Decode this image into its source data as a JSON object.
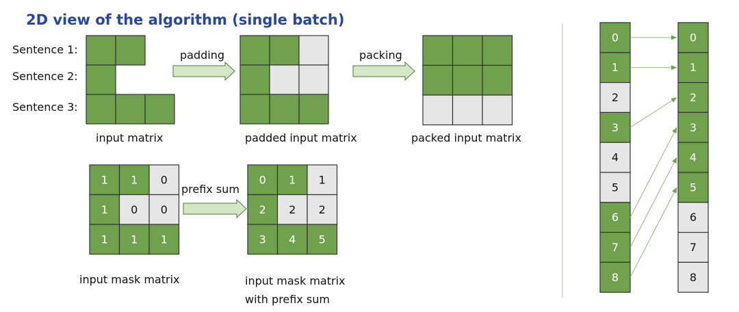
{
  "title": "2D view of the algorithm (single batch)",
  "colors": {
    "title": "#2747a0",
    "green": "#70a24e",
    "gray": "#e6e6e6",
    "arrow_fill": "#d4e6c6",
    "arrow_stroke": "#4f7a36",
    "link": "#93b97c",
    "divider": "#c8d8bd"
  },
  "sentences": [
    "Sentence 1:",
    "Sentence 2:",
    "Sentence 3:"
  ],
  "input_matrix": {
    "caption": "input matrix",
    "cells": [
      [
        "green",
        "green",
        null
      ],
      [
        "green",
        null,
        null
      ],
      [
        "green",
        "green",
        "green"
      ]
    ]
  },
  "padding_label": "padding",
  "padded_matrix": {
    "caption": "padded input matrix",
    "cells": [
      [
        "green",
        "green",
        "gray"
      ],
      [
        "green",
        "gray",
        "gray"
      ],
      [
        "green",
        "green",
        "green"
      ]
    ]
  },
  "packing_label": "packing",
  "packed_matrix": {
    "caption": "packed input matrix",
    "cells": [
      [
        "green",
        "green",
        "green"
      ],
      [
        "green",
        "green",
        "green"
      ],
      [
        "gray",
        "gray",
        "gray"
      ]
    ]
  },
  "mask_matrix": {
    "caption": "input mask matrix",
    "values": [
      [
        "1",
        "1",
        "0"
      ],
      [
        "1",
        "0",
        "0"
      ],
      [
        "1",
        "1",
        "1"
      ]
    ],
    "cells": [
      [
        "green",
        "green",
        "gray"
      ],
      [
        "green",
        "gray",
        "gray"
      ],
      [
        "green",
        "green",
        "green"
      ]
    ]
  },
  "prefix_sum_label": "prefix sum",
  "prefix_matrix": {
    "caption_lines": [
      "input mask matrix",
      "with prefix sum"
    ],
    "values": [
      [
        "0",
        "1",
        "1"
      ],
      [
        "2",
        "2",
        "2"
      ],
      [
        "3",
        "4",
        "5"
      ]
    ],
    "cells": [
      [
        "green",
        "green",
        "gray"
      ],
      [
        "green",
        "gray",
        "gray"
      ],
      [
        "green",
        "green",
        "green"
      ]
    ]
  },
  "left_column": {
    "values": [
      "0",
      "1",
      "2",
      "3",
      "4",
      "5",
      "6",
      "7",
      "8"
    ],
    "cells": [
      "green",
      "green",
      "gray",
      "green",
      "gray",
      "gray",
      "green",
      "green",
      "green"
    ]
  },
  "right_column": {
    "values": [
      "0",
      "1",
      "2",
      "3",
      "4",
      "5",
      "6",
      "7",
      "8"
    ],
    "cells": [
      "green",
      "green",
      "green",
      "green",
      "green",
      "green",
      "gray",
      "gray",
      "gray"
    ]
  },
  "mappings": [
    [
      0,
      0
    ],
    [
      1,
      1
    ],
    [
      3,
      2
    ],
    [
      6,
      3
    ],
    [
      7,
      4
    ],
    [
      8,
      5
    ]
  ]
}
